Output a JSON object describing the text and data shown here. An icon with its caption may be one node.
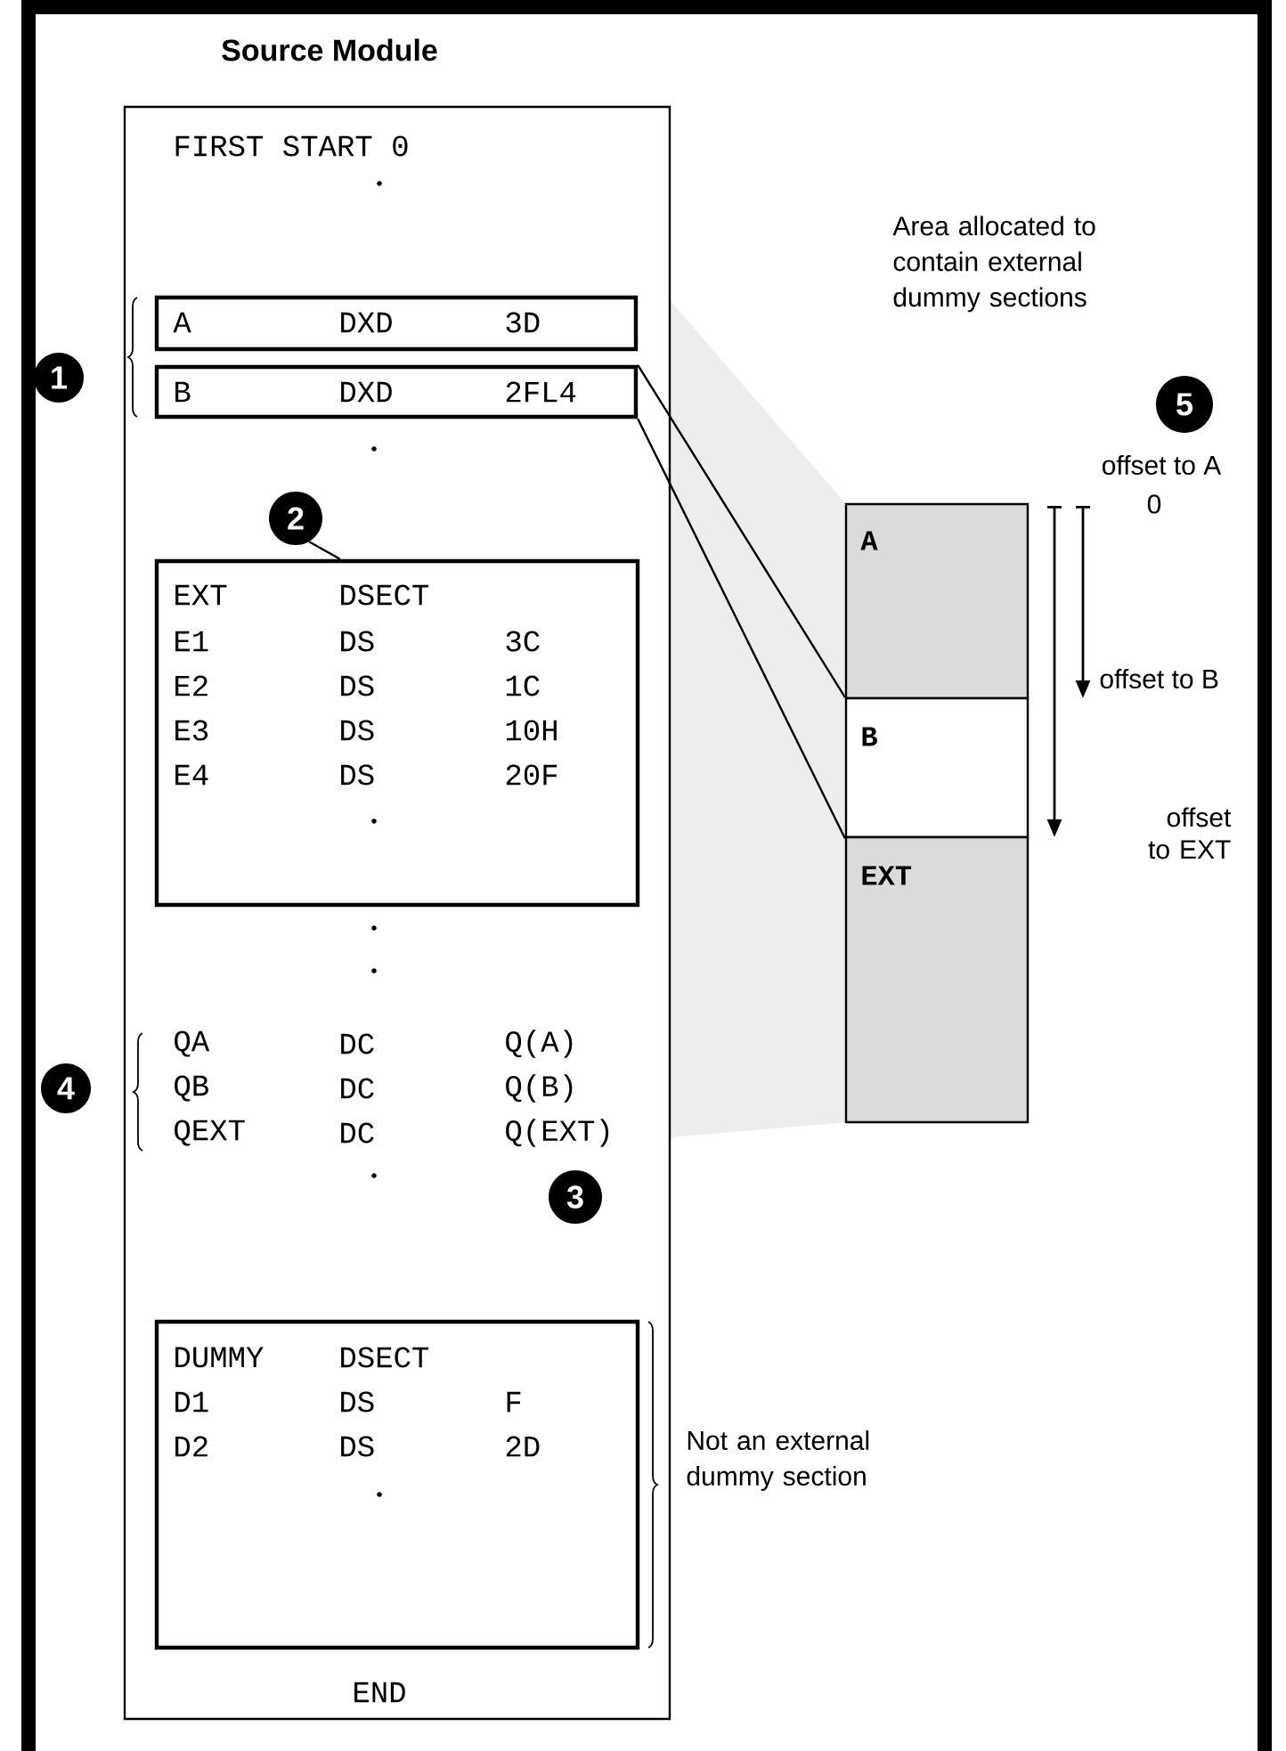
{
  "diagram": {
    "nodes": [
      {
        "text": [
          "Source Module",
          "FIRST START 0",
          "END"
        ]
      },
      {
        "text": [
          "A",
          "DXD",
          "3D"
        ],
        "in": 0
      },
      {
        "text": [
          "B",
          "DXD",
          "2FL4"
        ],
        "in": 0
      },
      {
        "text": [
          "1"
        ]
      },
      {
        "text": [
          "2"
        ],
        "in": 0
      },
      {
        "text": [
          "EXT",
          "DSECT",
          "E1",
          "DS",
          "3C",
          "E2",
          "DS",
          "1C",
          "E3",
          "DS",
          "10H",
          "E4",
          "DS",
          "20F"
        ],
        "in": 0
      },
      {
        "text": [
          "A"
        ]
      },
      {
        "text": [
          "B"
        ]
      },
      {
        "text": [
          "EXT"
        ]
      },
      {
        "text": [
          "5"
        ]
      },
      {
        "text": [
          "4"
        ]
      },
      {
        "text": [
          "3"
        ],
        "in": 0
      },
      {
        "text": [
          "DUMMY",
          "DSECT",
          "D1",
          "DS",
          "F",
          "D2",
          "DS",
          "2D"
        ],
        "in": 0
      }
    ],
    "edges": [
      {
        "from": 2,
        "to": 7,
        "arrow": "none"
      },
      {
        "from": 2,
        "to": 7,
        "arrow": "none"
      },
      {
        "from": 4,
        "to": 5,
        "arrow": "none"
      }
    ],
    "labels": [
      "Area allocated to contain external dummy sections",
      "offset to A",
      "0",
      "offset to B",
      "offset to EXT",
      "QA",
      "DC",
      "Q(A)",
      "QB",
      "DC",
      "Q(B)",
      "QEXT",
      "DC",
      "Q(EXT)",
      "Not an external dummy section"
    ]
  }
}
